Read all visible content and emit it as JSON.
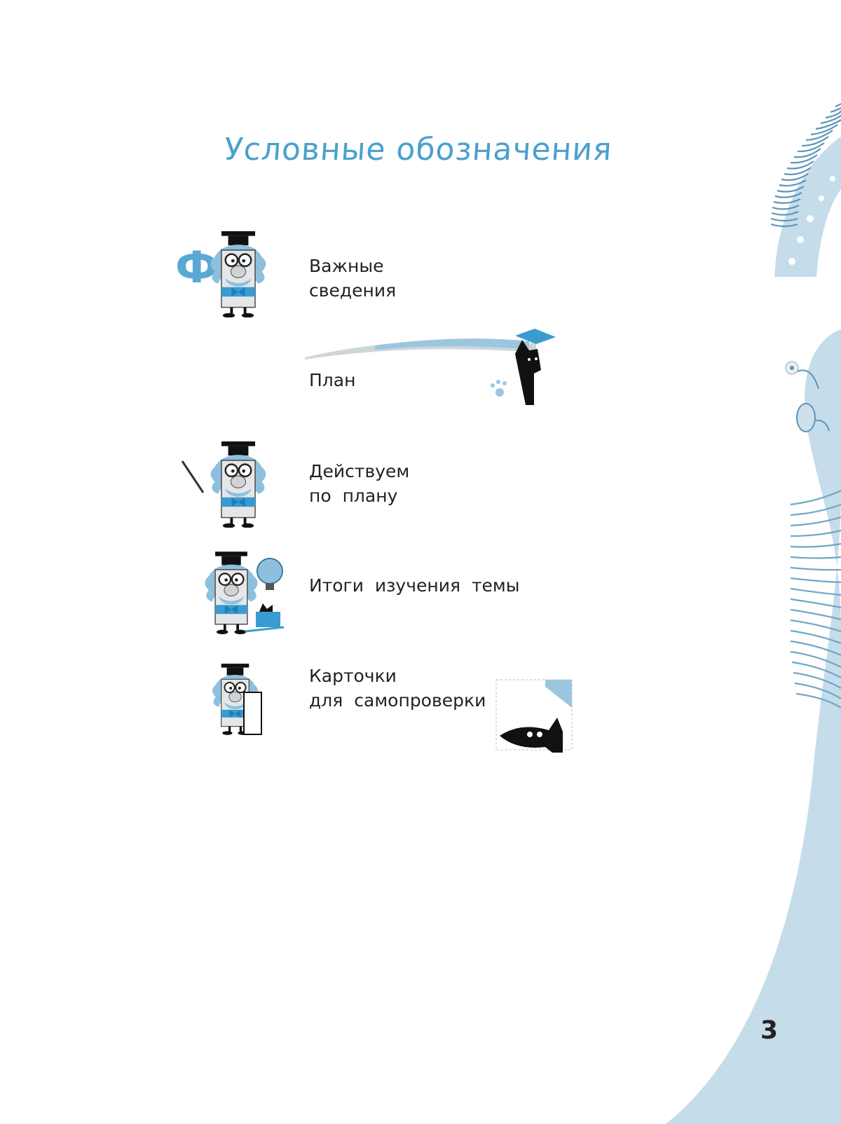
{
  "page": {
    "title": "Условные обозначения",
    "page_number": "3"
  },
  "legend": [
    {
      "icon": "professor-with-letter-icon",
      "line1": "Важные",
      "line2": "сведения",
      "letter": "Ф"
    },
    {
      "icon": "plan-cat-banner-icon",
      "line1": "План"
    },
    {
      "icon": "professor-with-pointer-icon",
      "line1": "Действуем",
      "line2": "по плану"
    },
    {
      "icon": "professor-with-lightbulb-icon",
      "line1": "Итоги изучения темы"
    },
    {
      "icon": "professor-with-card-icon",
      "line1": "Карточки",
      "line2": "для самопроверки"
    }
  ],
  "colors": {
    "accent": "#4aa0cc",
    "decor": "#c5dceb",
    "stripe": "#5d95b5"
  }
}
